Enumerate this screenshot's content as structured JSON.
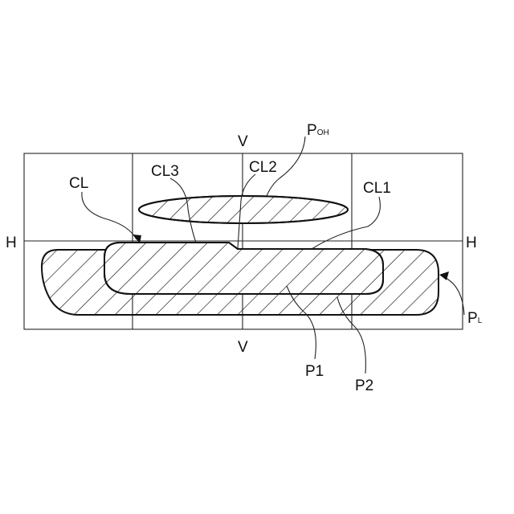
{
  "labels": {
    "v_top": "V",
    "v_bottom": "V",
    "h_left": "H",
    "h_right": "H",
    "cl": "CL",
    "cl1": "CL1",
    "cl2": "CL2",
    "cl3": "CL3",
    "p1": "P1",
    "p2": "P2",
    "poh_main": "P",
    "poh_sub": "OH",
    "pl_main": "P",
    "pl_sub": "L"
  },
  "colors": {
    "line": "#111111",
    "background": "#ffffff"
  }
}
